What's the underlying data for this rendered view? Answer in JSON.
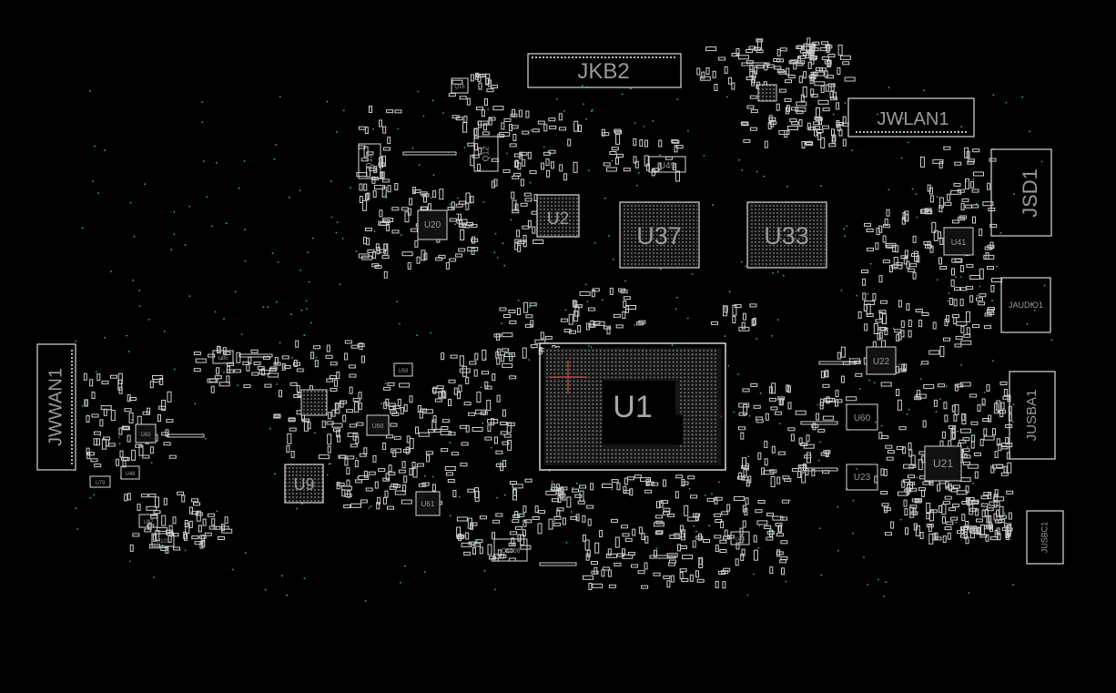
{
  "colors": {
    "background": "#000000",
    "outline": "#d8d8d8",
    "label": "#a8a8a8",
    "via": "#3aa7b5",
    "marker": "#d04a4a"
  },
  "big_labels": {
    "u1": "U1",
    "u37": "U37",
    "u33": "U33",
    "u2": "U2",
    "u9": "U9",
    "jkb2": "JKB2",
    "jwlan1": "JWLAN1",
    "jsd1": "JSD1",
    "jusba1": "JUSBA1",
    "jwwan1": "JWWAN1"
  },
  "small_labels": {
    "u20": "U20",
    "u49": "U49",
    "u41": "U41",
    "u22": "U22",
    "u60": "U60",
    "u23": "U23",
    "u21": "U21",
    "u61": "U61",
    "q13": "Q13",
    "q12": "Q12",
    "jaudio1": "JAUDIO1",
    "jusbc1": "JUSBC1",
    "q1066": "Q1066",
    "u85": "U85",
    "u83": "U83",
    "u79": "U79",
    "u48": "U48",
    "u87": "U87",
    "u103": "U103",
    "u600": "U60",
    "u59": "U59",
    "q16": "Q16",
    "u455": "U45"
  }
}
